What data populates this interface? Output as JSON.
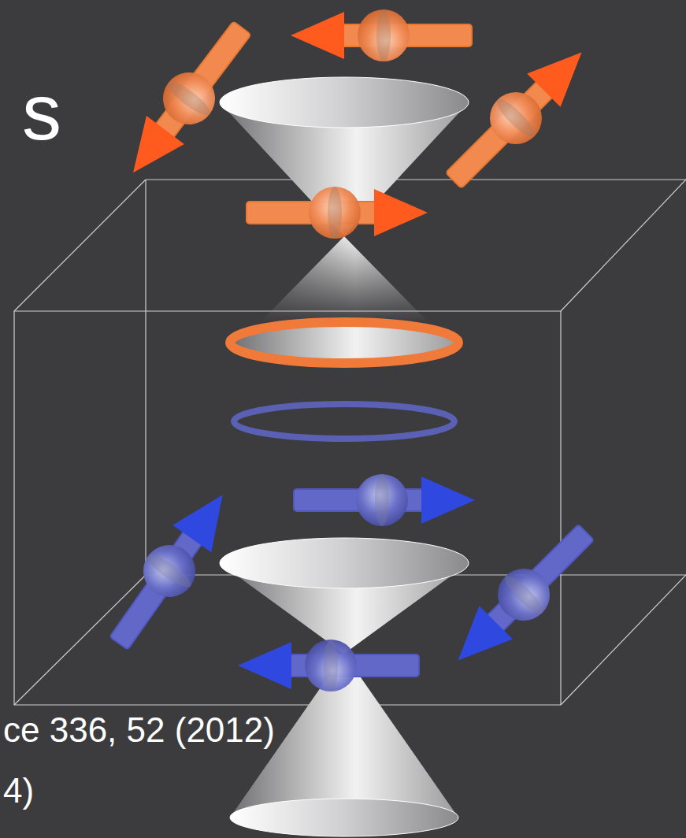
{
  "diagram": {
    "labels": [
      "s",
      "ce 336, 52 (2012)",
      "4)"
    ]
  }
}
